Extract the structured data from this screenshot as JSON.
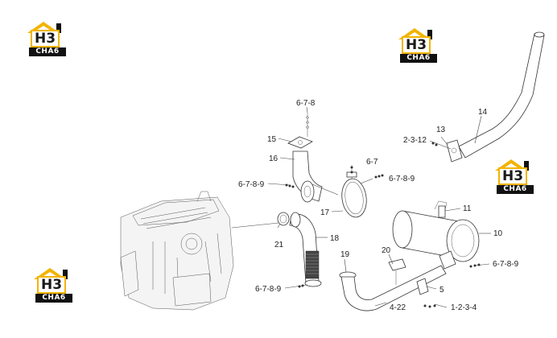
{
  "logo": {
    "mark": "H3",
    "wordmark": "CHA6"
  },
  "callouts": [
    {
      "id": "c-6-7-8-top",
      "text": "6-7-8"
    },
    {
      "id": "c-15",
      "text": "15"
    },
    {
      "id": "c-16",
      "text": "16"
    },
    {
      "id": "c-6-7-8-9-left",
      "text": "6-7-8-9"
    },
    {
      "id": "c-6-7",
      "text": "6-7"
    },
    {
      "id": "c-6-7-8-9-mid",
      "text": "6-7-8-9"
    },
    {
      "id": "c-17",
      "text": "17"
    },
    {
      "id": "c-2-3-12",
      "text": "2-3-12"
    },
    {
      "id": "c-13",
      "text": "13"
    },
    {
      "id": "c-14",
      "text": "14"
    },
    {
      "id": "c-11",
      "text": "11"
    },
    {
      "id": "c-10",
      "text": "10"
    },
    {
      "id": "c-21",
      "text": "21"
    },
    {
      "id": "c-18",
      "text": "18"
    },
    {
      "id": "c-20",
      "text": "20"
    },
    {
      "id": "c-19",
      "text": "19"
    },
    {
      "id": "c-6-7-8-9-right",
      "text": "6-7-8-9"
    },
    {
      "id": "c-6-7-8-9-bottom",
      "text": "6-7-8-9"
    },
    {
      "id": "c-5",
      "text": "5"
    },
    {
      "id": "c-4-22",
      "text": "4-22"
    },
    {
      "id": "c-1-2-3-4",
      "text": "1-2-3-4"
    }
  ],
  "colors": {
    "logo_accent": "#f2b400",
    "logo_dark": "#111111",
    "line": "#333333"
  }
}
